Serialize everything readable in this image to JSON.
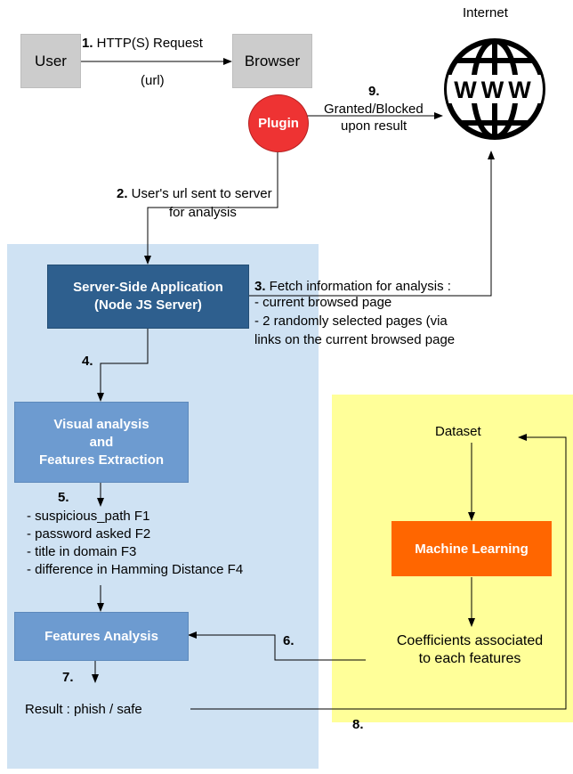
{
  "nodes": {
    "user": "User",
    "browser": "Browser",
    "plugin": "Plugin",
    "internet": "Internet",
    "server_line1": "Server-Side Application",
    "server_line2": "(Node JS Server)",
    "visual_line1": "Visual analysis",
    "visual_line2": "and",
    "visual_line3": "Features Extraction",
    "features_analysis": "Features Analysis",
    "dataset": "Dataset",
    "machine_learning": "Machine Learning",
    "coeff_line1": "Coefficients associated",
    "coeff_line2": "to each features",
    "result": "Result : phish / safe"
  },
  "steps": {
    "s1_num": "1.",
    "s1_text": " HTTP(S) Request",
    "s1_sub": "(url)",
    "s2_num": "2.",
    "s2_text": " User's url sent to server",
    "s2_sub": "for analysis",
    "s3_num": "3.",
    "s3_text": " Fetch information for analysis :",
    "s3_item1": "- current browsed page",
    "s3_item2": "- 2 randomly selected pages (via",
    "s3_item3": "links  on the current browsed page",
    "s4_num": "4.",
    "s5_num": "5.",
    "s6_num": "6.",
    "s7_num": "7.",
    "s8_num": "8.",
    "s9_num": "9.",
    "s9_line1": "Granted/Blocked",
    "s9_line2": "upon result"
  },
  "features": [
    "- suspicious_path F1",
    "- password asked F2",
    "- title in domain F3",
    "- difference in Hamming Distance F4"
  ]
}
